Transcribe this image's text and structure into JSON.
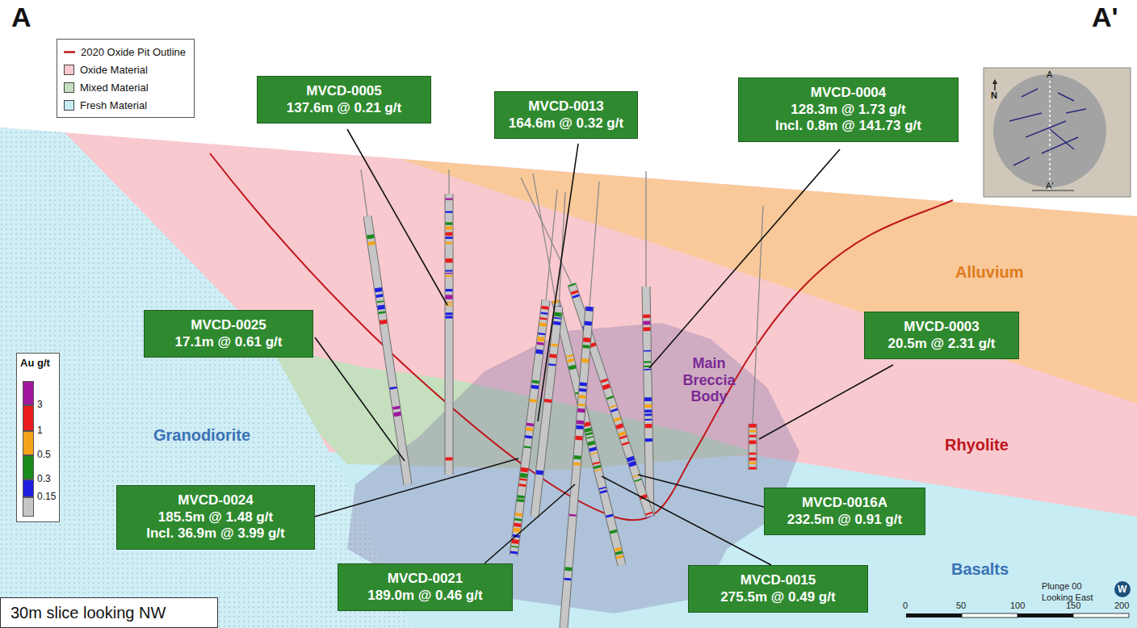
{
  "diagram": {
    "nodes": [
      {
        "text": [
          "MVCD-0005",
          "137.6m @ 0.21 g/t"
        ]
      },
      {
        "text": [
          "MVCD-0013",
          "164.6m @ 0.32 g/t"
        ]
      },
      {
        "text": [
          "MVCD-0004",
          "128.3m @ 1.73 g/t",
          "Incl. 0.8m @ 141.73 g/t"
        ]
      },
      {
        "text": [
          "MVCD-0025",
          "17.1m @ 0.61 g/t"
        ]
      },
      {
        "text": [
          "MVCD-0003",
          "20.5m @ 2.31 g/t"
        ]
      },
      {
        "text": [
          "MVCD-0024",
          "185.5m @ 1.48 g/t",
          "Incl. 36.9m @ 3.99 g/t"
        ]
      },
      {
        "text": [
          "MVCD-0016A",
          "232.5m @ 0.91 g/t"
        ]
      },
      {
        "text": [
          "MVCD-0021",
          "189.0m @ 0.46 g/t"
        ]
      },
      {
        "text": [
          "MVCD-0015",
          "275.5m @ 0.49 g/t"
        ]
      },
      {
        "text": [
          "30m slice looking NW"
        ]
      }
    ],
    "labels": [
      "A",
      "A'",
      "Alluvium",
      "Rhyolite",
      "Main Breccia Body",
      "Granodiorite",
      "Basalts",
      "Au g/t",
      "N",
      "A",
      "A'",
      "Plunge 00",
      "Looking East",
      "0",
      "50",
      "100",
      "150",
      "200",
      "W"
    ],
    "legend": [
      {
        "text": "2020 Oxide Pit Outline"
      },
      {
        "text": "Oxide Material",
        "color": "#f8c9cf"
      },
      {
        "text": "Mixed Material",
        "color": "#c6dfbf"
      },
      {
        "text": "Fresh Material",
        "color": "#c7ecf4"
      },
      {
        "text": "3",
        "color": "#a0189e"
      },
      {
        "text": "1",
        "color": "#e81c1c"
      },
      {
        "text": "0.5",
        "color": "#f5a31a"
      },
      {
        "text": "0.3",
        "color": "#1a8a1a"
      },
      {
        "text": "0.15",
        "color": "#1f1fe0"
      }
    ]
  }
}
